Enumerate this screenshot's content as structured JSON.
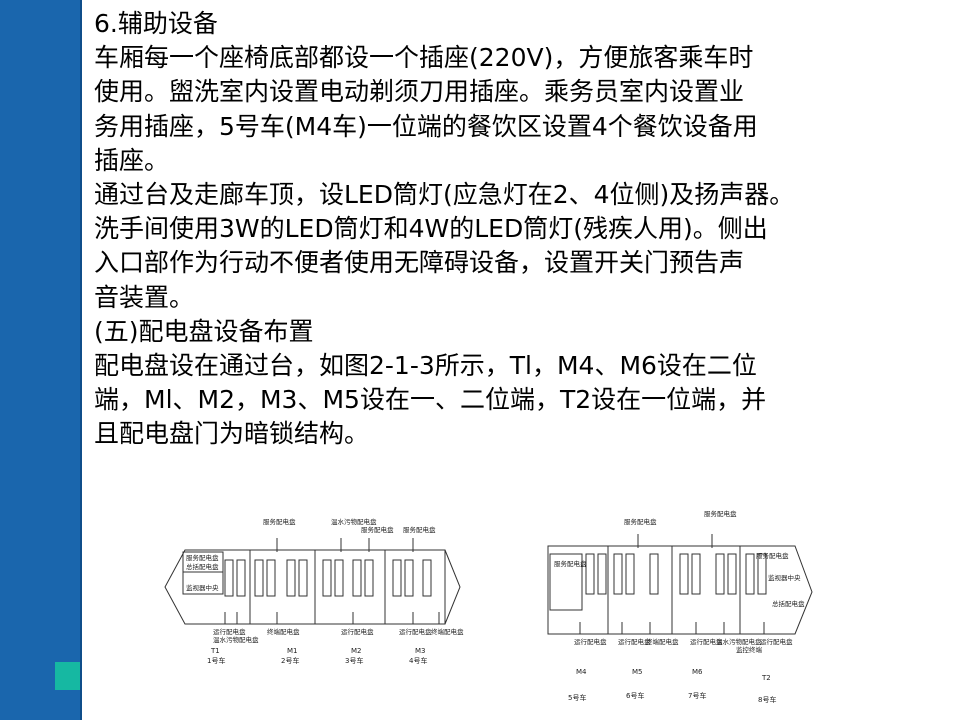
{
  "slide": {
    "lines": [
      "6.辅助设备",
      "车厢每一个座椅底部都设一个插座(220V)，方便旅客乘车时",
      "使用。盥洗室内设置电动剃须刀用插座。乘务员室内设置业",
      "务用插座，5号车(M4车)一位端的餐饮区设置4个餐饮设备用",
      "插座。",
      "通过台及走廊车顶，设LED筒灯(应急灯在2、4位侧)及扬声器。",
      "洗手间使用3W的LED筒灯和4W的LED筒灯(残疾人用)。侧出",
      "入口部作为行动不便者使用无障碍设备，设置开关门预告声",
      "音装置。",
      "(五)配电盘设备布置",
      "配电盘设在通过台，如图2-1-3所示，Tl，M4、M6设在二位",
      "端，Ml、M2，M3、M5设在一、二位端，T2设在一位端，并",
      "且配电盘门为暗锁结构。"
    ]
  },
  "figure_left": {
    "labels": {
      "service_panel": "服务配电盘",
      "main_panel": "总括配电盘",
      "monitor": "监视器中央",
      "service_panel_top1": "服务配电盘",
      "water_panel_top": "温水污物配电盘",
      "service_panel_top2": "服务配电盘",
      "service_panel_top3": "服务配电盘",
      "run_panel_1": "运行配电盘",
      "water_panel_1": "温水污物配电盘",
      "end_panel_1": "终端配电盘",
      "run_panel_2": "运行配电盘",
      "run_panel_3": "运行配电盘",
      "end_panel_2": "终端配电盘"
    },
    "cars": [
      {
        "code": "T1",
        "num": "1号车"
      },
      {
        "code": "M1",
        "num": "2号车"
      },
      {
        "code": "M2",
        "num": "3号车"
      },
      {
        "code": "M3",
        "num": "4号车"
      }
    ]
  },
  "figure_right": {
    "labels": {
      "service_panel_left": "服务配电盘",
      "service_panel_top1": "服务配电盘",
      "service_panel_top2": "服务配电盘",
      "service_panel_right": "服务配电盘",
      "monitor": "监视器中央",
      "main_panel": "总括配电盘",
      "run_panel_1": "运行配电盘",
      "run_panel_2": "运行配电盘",
      "end_panel_1": "终端配电盘",
      "run_panel_3": "运行配电盘",
      "water_panel": "温水污物配电盘",
      "monitor_panel": "监控终端",
      "run_panel_4": "运行配电盘"
    },
    "cars": [
      {
        "code": "M4",
        "num": "5号车"
      },
      {
        "code": "M5",
        "num": "6号车"
      },
      {
        "code": "M6",
        "num": "7号车"
      },
      {
        "code": "T2",
        "num": "8号车"
      }
    ]
  }
}
